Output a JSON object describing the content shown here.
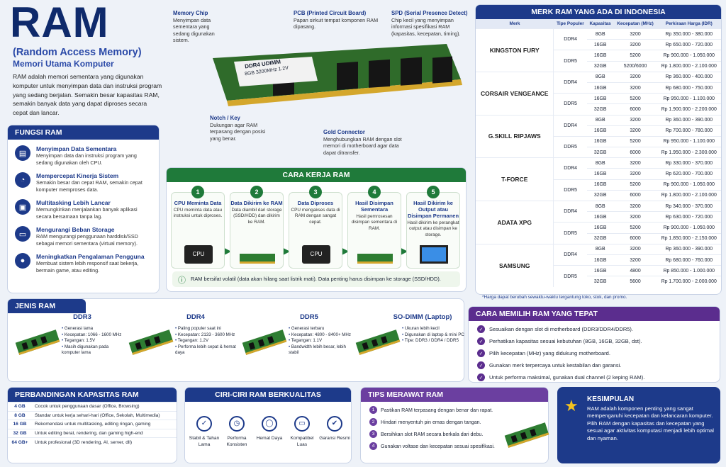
{
  "header": {
    "title": "RAM",
    "subtitle": "(Random Access Memory)",
    "subtitle2": "Memori Utama Komputer",
    "intro": "RAM adalah memori sementara yang digunakan komputer untuk menyimpan data dan instruksi program yang sedang berjalan. Semakin besar kapasitas RAM, semakin banyak data yang dapat diproses secara cepat dan lancar."
  },
  "callouts": {
    "memory_chip": {
      "t": "Memory Chip",
      "d": "Menyimpan data sementara yang sedang digunakan sistem."
    },
    "pcb": {
      "t": "PCB (Printed Circuit Board)",
      "d": "Papan sirkuit tempat komponen RAM dipasang."
    },
    "spd": {
      "t": "SPD (Serial Presence Detect)",
      "d": "Chip kecil yang menyimpan informasi spesifikasi RAM (kapasitas, kecepatan, timing)."
    },
    "notch": {
      "t": "Notch / Key",
      "d": "Dukungan agar RAM terpasang dengan posisi yang benar."
    },
    "gold": {
      "t": "Gold Connector",
      "d": "Menghubungkan RAM dengan slot memori di motherboard agar data dapat ditransfer."
    },
    "label1": "DDR4 UDIMM",
    "label2": "8GB 3200MHz 1.2V"
  },
  "fungsi": {
    "title": "FUNGSI RAM",
    "items": [
      {
        "t": "Menyimpan Data Sementara",
        "d": "Menyimpan data dan instruksi program yang sedang digunakan oleh CPU.",
        "icon": "document-icon"
      },
      {
        "t": "Mempercepat Kinerja Sistem",
        "d": "Semakin besar dan cepat RAM, semakin cepat komputer memproses data.",
        "icon": "speedometer-icon"
      },
      {
        "t": "Multitasking Lebih Lancar",
        "d": "Memungkinkan menjalankan banyak aplikasi secara bersamaan tanpa lag.",
        "icon": "windows-icon"
      },
      {
        "t": "Mengurangi Beban Storage",
        "d": "RAM mengurangi penggunaan harddisk/SSD sebagai memori sementara (virtual memory).",
        "icon": "storage-icon"
      },
      {
        "t": "Meningkatkan Pengalaman Pengguna",
        "d": "Membuat sistem lebih responsif saat bekerja, bermain game, atau editing.",
        "icon": "user-icon"
      }
    ]
  },
  "cara": {
    "title": "CARA KERJA RAM",
    "steps": [
      {
        "n": "1",
        "t": "CPU Meminta Data",
        "d": "CPU meminta data atau instruksi untuk diproses.",
        "img": "CPU"
      },
      {
        "n": "2",
        "t": "Data Dikirim ke RAM",
        "d": "Data diambil dari storage (SSD/HDD) dan dikirim ke RAM.",
        "img": ""
      },
      {
        "n": "3",
        "t": "Data Diproses",
        "d": "CPU mengakses data di RAM dengan sangat cepat.",
        "img": "CPU"
      },
      {
        "n": "4",
        "t": "Hasil Disimpan Sementara",
        "d": "Hasil pemrosesan disimpan sementara di RAM.",
        "img": ""
      },
      {
        "n": "5",
        "t": "Hasil Dikirim ke Output atau Disimpan Permanen",
        "d": "Hasil dikirim ke perangkat output atau disimpan ke storage.",
        "img": ""
      }
    ],
    "note": "RAM bersifat volatil (data akan hilang saat listrik mati). Data penting harus disimpan ke storage (SSD/HDD)."
  },
  "merk": {
    "title": "MERK RAM YANG ADA DI INDONESIA",
    "cols": [
      "Merk",
      "Tipe Populer",
      "Kapasitas",
      "Kecepatan (MHz)",
      "Perkiraan Harga (IDR)"
    ],
    "brands": [
      {
        "name": "KINGSTON FURY",
        "rows": [
          [
            "DDR4",
            "8GB",
            "3200",
            "Rp 350.000 - 380.000"
          ],
          [
            "",
            "16GB",
            "3200",
            "Rp 650.000 - 720.000"
          ],
          [
            "DDR5",
            "16GB",
            "5200",
            "Rp 900.000 - 1.050.000"
          ],
          [
            "",
            "32GB",
            "5200/6000",
            "Rp 1.800.000 - 2.100.000"
          ]
        ]
      },
      {
        "name": "CORSAIR VENGEANCE",
        "rows": [
          [
            "DDR4",
            "8GB",
            "3200",
            "Rp 360.000 - 400.000"
          ],
          [
            "",
            "16GB",
            "3200",
            "Rp 680.000 - 750.000"
          ],
          [
            "DDR5",
            "16GB",
            "5200",
            "Rp 950.000 - 1.100.000"
          ],
          [
            "",
            "32GB",
            "6000",
            "Rp 1.900.000 - 2.200.000"
          ]
        ]
      },
      {
        "name": "G.SKILL RIPJAWS",
        "rows": [
          [
            "DDR4",
            "8GB",
            "3200",
            "Rp 360.000 - 390.000"
          ],
          [
            "",
            "16GB",
            "3200",
            "Rp 700.000 - 780.000"
          ],
          [
            "DDR5",
            "16GB",
            "5200",
            "Rp 950.000 - 1.100.000"
          ],
          [
            "",
            "32GB",
            "6000",
            "Rp 1.950.000 - 2.300.000"
          ]
        ]
      },
      {
        "name": "T-FORCE",
        "rows": [
          [
            "DDR4",
            "8GB",
            "3200",
            "Rp 330.000 - 370.000"
          ],
          [
            "",
            "16GB",
            "3200",
            "Rp 620.000 - 700.000"
          ],
          [
            "DDR5",
            "16GB",
            "5200",
            "Rp 900.000 - 1.050.000"
          ],
          [
            "",
            "32GB",
            "6000",
            "Rp 1.800.000 - 2.100.000"
          ]
        ]
      },
      {
        "name": "ADATA XPG",
        "rows": [
          [
            "DDR4",
            "8GB",
            "3200",
            "Rp 340.000 - 370.000"
          ],
          [
            "",
            "16GB",
            "3200",
            "Rp 630.000 - 720.000"
          ],
          [
            "DDR5",
            "16GB",
            "5200",
            "Rp 900.000 - 1.050.000"
          ],
          [
            "",
            "32GB",
            "6000",
            "Rp 1.850.000 - 2.150.000"
          ]
        ]
      },
      {
        "name": "SAMSUNG",
        "rows": [
          [
            "DDR4",
            "8GB",
            "3200",
            "Rp 360.000 - 390.000"
          ],
          [
            "",
            "16GB",
            "3200",
            "Rp 680.000 - 760.000"
          ],
          [
            "DDR5",
            "16GB",
            "4800",
            "Rp 850.000 - 1.000.000"
          ],
          [
            "",
            "32GB",
            "5600",
            "Rp 1.700.000 - 2.000.000"
          ]
        ]
      }
    ],
    "footnote": "*Harga dapat berubah sewaktu-waktu tergantung toko, stok, dan promo."
  },
  "jenis": {
    "title": "JENIS RAM",
    "types": [
      {
        "t": "DDR3",
        "items": [
          "Generasi lama",
          "Kecepatan: 1066 - 1600 MHz",
          "Tegangan: 1.5V",
          "Masih digunakan pada komputer lama"
        ]
      },
      {
        "t": "DDR4",
        "items": [
          "Paling populer saat ini",
          "Kecepatan: 2133 - 3600 MHz",
          "Tegangan: 1.2V",
          "Performa lebih cepat & hemat daya"
        ]
      },
      {
        "t": "DDR5",
        "items": [
          "Generasi terbaru",
          "Kecepatan: 4800 - 8400+ MHz",
          "Tegangan: 1.1V",
          "Bandwidth lebih besar, lebih stabil"
        ]
      },
      {
        "t": "SO-DIMM (Laptop)",
        "items": [
          "Ukuran lebih kecil",
          "Digunakan di laptop & mini PC",
          "Tipe: DDR3 / DDR4 / DDR5"
        ]
      }
    ]
  },
  "memilih": {
    "title": "CARA MEMILIH RAM YANG TEPAT",
    "items": [
      "Sesuaikan dengan slot di motherboard (DDR3/DDR4/DDR5).",
      "Perhatikan kapasitas sesuai kebutuhan (8GB, 16GB, 32GB, dst).",
      "Pilih kecepatan (MHz) yang didukung motherboard.",
      "Gunakan merk terpercaya untuk kestabilan dan garansi.",
      "Untuk performa maksimal, gunakan dual channel (2 keping RAM)."
    ]
  },
  "perbandingan": {
    "title": "PERBANDINGAN KAPASITAS RAM",
    "rows": [
      [
        "4 GB",
        "Cocok untuk penggunaan dasar (Office, Browsing)"
      ],
      [
        "8 GB",
        "Standar untuk kerja sehari-hari (Office, Sekolah, Multimedia)"
      ],
      [
        "16 GB",
        "Rekomendasi untuk multitasking, editing ringan, gaming"
      ],
      [
        "32 GB",
        "Untuk editing berat, rendering, dan gaming high-end"
      ],
      [
        "64 GB+",
        "Untuk profesional (3D rendering, AI, server, dll)"
      ]
    ]
  },
  "ciri": {
    "title": "CIRI-CIRI RAM BERKUALITAS",
    "items": [
      {
        "t": "Stabil & Tahan Lama",
        "icon": "shield-icon"
      },
      {
        "t": "Performa Konsisten",
        "icon": "gauge-icon"
      },
      {
        "t": "Hemat Daya",
        "icon": "bulb-icon"
      },
      {
        "t": "Kompatibel Luas",
        "icon": "monitor-icon"
      },
      {
        "t": "Garansi Resmi",
        "icon": "badge-icon"
      }
    ]
  },
  "tips": {
    "title": "TIPS MERAWAT RAM",
    "items": [
      "Pastikan RAM terpasang dengan benar dan rapat.",
      "Hindari menyentuh pin emas dengan tangan.",
      "Bersihkan slot RAM secara berkala dari debu.",
      "Gunakan voltase dan kecepatan sesuai spesifikasi."
    ]
  },
  "kesimpulan": {
    "title": "KESIMPULAN",
    "text": "RAM adalah komponen penting yang sangat mempengaruhi kecepatan dan kelancaran komputer. Pilih RAM dengan kapasitas dan kecepatan yang sesuai agar aktivitas komputasi menjadi lebih optimal dan nyaman."
  }
}
